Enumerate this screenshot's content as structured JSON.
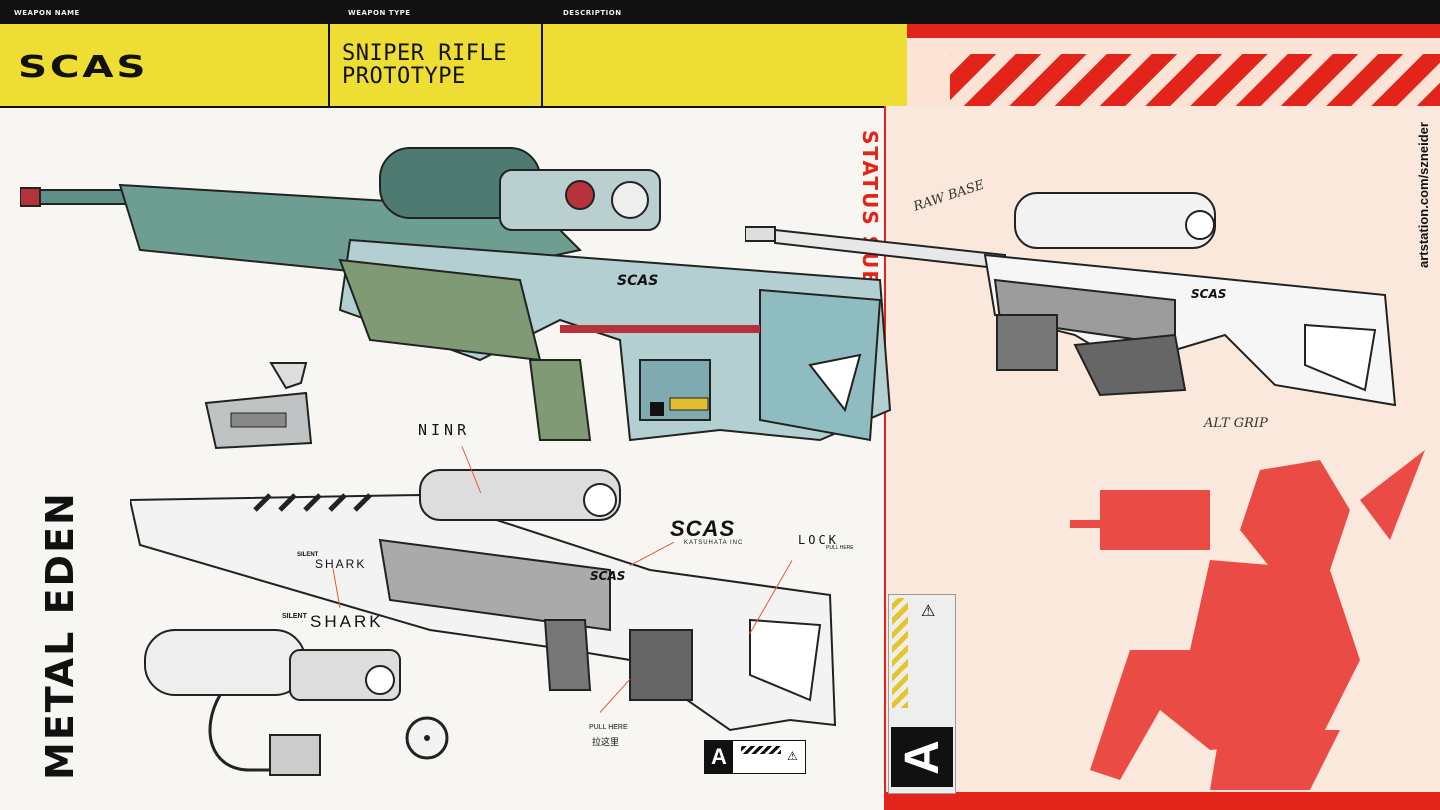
{
  "header": {
    "weapon_name_label": "WEAPON NAME",
    "weapon_type_label": "WEAPON TYPE",
    "description_label": "DESCRIPTION",
    "weapon_name": "SCAS",
    "weapon_type": "SNIPER RIFLE PROTOTYPE"
  },
  "side_text": {
    "status": "STATUS SUBOPTIMAL",
    "artstation": "artstation.com/szneider",
    "game_logo": "METAL EDEN"
  },
  "annotations": {
    "ninr": "NINR",
    "scas_brand": "SCAS",
    "katsuhata": "KATSUHATA INC",
    "lock": "LOCK",
    "pull_here_right": "PULL HERE",
    "silent": "SILENT",
    "shark": "SHARK",
    "pull_here_bottom": "PULL HERE",
    "pull_here_cn": "拉这里",
    "raw_base": "RAW BASE",
    "alt_grip": "ALT GRIP"
  },
  "colors": {
    "accent_red": "#e3241b",
    "accent_yellow": "#eedd32"
  }
}
